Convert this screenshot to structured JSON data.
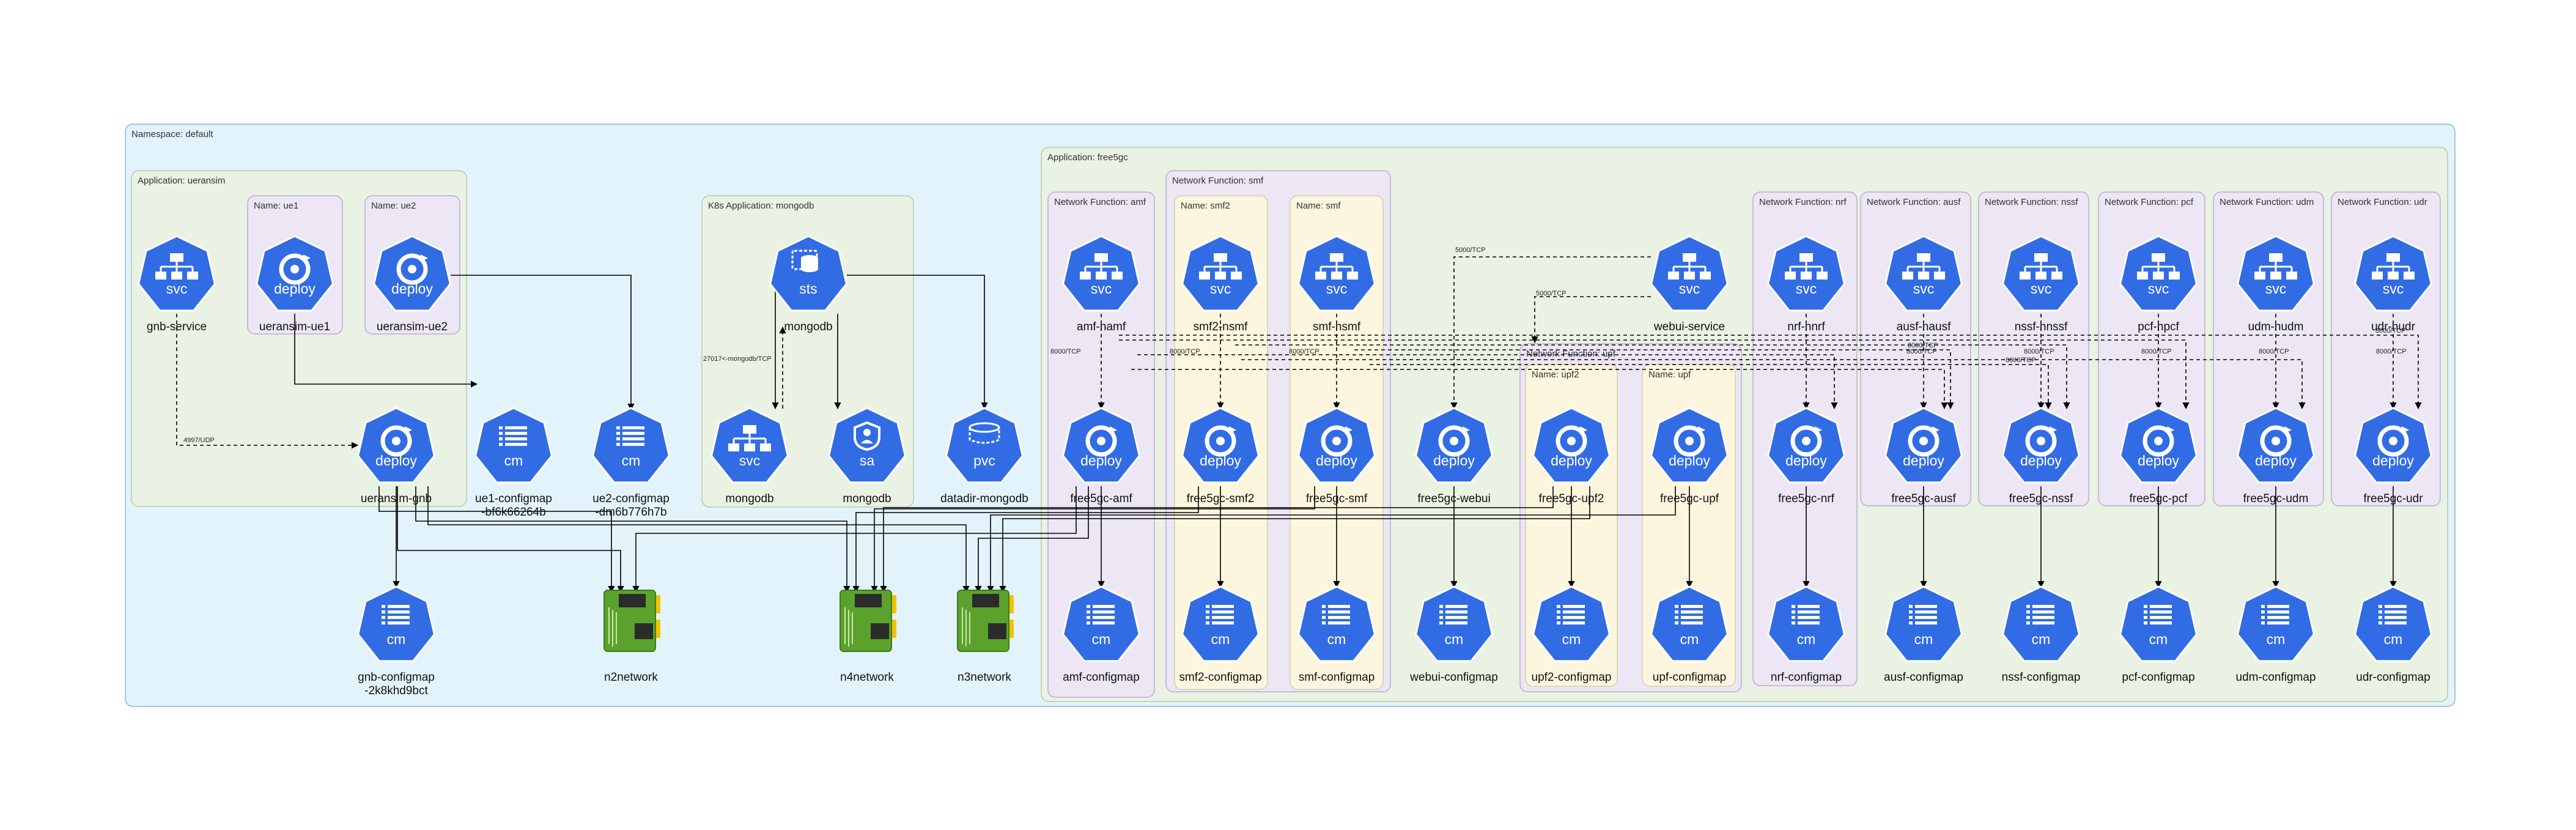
{
  "colors": {
    "namespace_fill": "#e3f3fb",
    "namespace_stroke": "#86b8d4",
    "app_fill": "#e9f2e3",
    "app_stroke": "#b9c9ad",
    "nf_fill": "#ece6f5",
    "nf_stroke": "#b9aed1",
    "name_fill": "#fdf6de",
    "name_stroke": "#d7cfa8",
    "k8s_blue": "#326ce5",
    "edge": "#000000"
  },
  "groups": [
    {
      "id": "ns",
      "label": "Namespace: default",
      "kind": "namespace"
    },
    {
      "id": "app-ueransim",
      "label": "Application: ueransim",
      "kind": "app"
    },
    {
      "id": "name-ue1",
      "label": "Name: ue1",
      "kind": "nf"
    },
    {
      "id": "name-ue2",
      "label": "Name: ue2",
      "kind": "nf"
    },
    {
      "id": "app-mongodb",
      "label": "K8s Application: mongodb",
      "kind": "app"
    },
    {
      "id": "app-free5gc",
      "label": "Application: free5gc",
      "kind": "app"
    },
    {
      "id": "nf-amf",
      "label": "Network Function: amf",
      "kind": "nf"
    },
    {
      "id": "nf-smf",
      "label": "Network Function: smf",
      "kind": "nf"
    },
    {
      "id": "name-smf2",
      "label": "Name: smf2",
      "kind": "name"
    },
    {
      "id": "name-smf",
      "label": "Name: smf",
      "kind": "name"
    },
    {
      "id": "nf-upf",
      "label": "Network Function: upf",
      "kind": "nf"
    },
    {
      "id": "name-upf2",
      "label": "Name: upf2",
      "kind": "name"
    },
    {
      "id": "name-upf",
      "label": "Name: upf",
      "kind": "name"
    },
    {
      "id": "nf-nrf",
      "label": "Network Function: nrf",
      "kind": "nf"
    },
    {
      "id": "nf-ausf",
      "label": "Network Function: ausf",
      "kind": "nf"
    },
    {
      "id": "nf-nssf",
      "label": "Network Function: nssf",
      "kind": "nf"
    },
    {
      "id": "nf-pcf",
      "label": "Network Function: pcf",
      "kind": "nf"
    },
    {
      "id": "nf-udm",
      "label": "Network Function: udm",
      "kind": "nf"
    },
    {
      "id": "nf-udr",
      "label": "Network Function: udr",
      "kind": "nf"
    }
  ],
  "nodes": [
    {
      "id": "gnb-service",
      "type": "svc",
      "label": "gnb-service"
    },
    {
      "id": "ueransim-ue1",
      "type": "deploy",
      "label": "ueransim-ue1"
    },
    {
      "id": "ueransim-ue2",
      "type": "deploy",
      "label": "ueransim-ue2"
    },
    {
      "id": "ueransim-gnb",
      "type": "deploy",
      "label": "ueransim-gnb"
    },
    {
      "id": "ue1-configmap",
      "type": "cm",
      "label": "ue1-configmap\n-bf6k66264b"
    },
    {
      "id": "ue2-configmap",
      "type": "cm",
      "label": "ue2-configmap\n-dm6b776h7b"
    },
    {
      "id": "gnb-configmap",
      "type": "cm",
      "label": "gnb-configmap\n-2k8khd9bct"
    },
    {
      "id": "mongodb-sts",
      "type": "sts",
      "label": "mongodb"
    },
    {
      "id": "mongodb-svc",
      "type": "svc",
      "label": "mongodb"
    },
    {
      "id": "mongodb-sa",
      "type": "sa",
      "label": "mongodb"
    },
    {
      "id": "datadir-mongodb",
      "type": "pvc",
      "label": "datadir-mongodb"
    },
    {
      "id": "n2network",
      "type": "net",
      "label": "n2network"
    },
    {
      "id": "n4network",
      "type": "net",
      "label": "n4network"
    },
    {
      "id": "n3network",
      "type": "net",
      "label": "n3network"
    },
    {
      "id": "amf-namf",
      "type": "svc",
      "label": "amf-namf"
    },
    {
      "id": "free5gc-amf",
      "type": "deploy",
      "label": "free5gc-amf"
    },
    {
      "id": "amf-configmap",
      "type": "cm",
      "label": "amf-configmap"
    },
    {
      "id": "smf2-nsmf",
      "type": "svc",
      "label": "smf2-nsmf"
    },
    {
      "id": "free5gc-smf2",
      "type": "deploy",
      "label": "free5gc-smf2"
    },
    {
      "id": "smf2-configmap",
      "type": "cm",
      "label": "smf2-configmap"
    },
    {
      "id": "smf-nsmf",
      "type": "svc",
      "label": "smf-nsmf"
    },
    {
      "id": "free5gc-smf",
      "type": "deploy",
      "label": "free5gc-smf"
    },
    {
      "id": "smf-configmap",
      "type": "cm",
      "label": "smf-configmap"
    },
    {
      "id": "webui-service",
      "type": "svc",
      "label": "webui-service"
    },
    {
      "id": "free5gc-webui",
      "type": "deploy",
      "label": "free5gc-webui"
    },
    {
      "id": "webui-configmap",
      "type": "cm",
      "label": "webui-configmap"
    },
    {
      "id": "free5gc-upf2",
      "type": "deploy",
      "label": "free5gc-upf2"
    },
    {
      "id": "upf2-configmap",
      "type": "cm",
      "label": "upf2-configmap"
    },
    {
      "id": "free5gc-upf",
      "type": "deploy",
      "label": "free5gc-upf"
    },
    {
      "id": "upf-configmap",
      "type": "cm",
      "label": "upf-configmap"
    },
    {
      "id": "nrf-nnrf",
      "type": "svc",
      "label": "nrf-nnrf"
    },
    {
      "id": "free5gc-nrf",
      "type": "deploy",
      "label": "free5gc-nrf"
    },
    {
      "id": "nrf-configmap",
      "type": "cm",
      "label": "nrf-configmap"
    },
    {
      "id": "ausf-nausf",
      "type": "svc",
      "label": "ausf-nausf"
    },
    {
      "id": "free5gc-ausf",
      "type": "deploy",
      "label": "free5gc-ausf"
    },
    {
      "id": "ausf-configmap",
      "type": "cm",
      "label": "ausf-configmap"
    },
    {
      "id": "nssf-nnssf",
      "type": "svc",
      "label": "nssf-nnssf"
    },
    {
      "id": "free5gc-nssf",
      "type": "deploy",
      "label": "free5gc-nssf"
    },
    {
      "id": "nssf-configmap",
      "type": "cm",
      "label": "nssf-configmap"
    },
    {
      "id": "pcf-npcf",
      "type": "svc",
      "label": "pcf-npcf"
    },
    {
      "id": "free5gc-pcf",
      "type": "deploy",
      "label": "free5gc-pcf"
    },
    {
      "id": "pcf-configmap",
      "type": "cm",
      "label": "pcf-configmap"
    },
    {
      "id": "udm-nudm",
      "type": "svc",
      "label": "udm-nudm"
    },
    {
      "id": "free5gc-udm",
      "type": "deploy",
      "label": "free5gc-udm"
    },
    {
      "id": "udm-configmap",
      "type": "cm",
      "label": "udm-configmap"
    },
    {
      "id": "udr-nudr",
      "type": "svc",
      "label": "udr-nudr"
    },
    {
      "id": "free5gc-udr",
      "type": "deploy",
      "label": "free5gc-udr"
    },
    {
      "id": "udr-configmap",
      "type": "cm",
      "label": "udr-configmap"
    }
  ],
  "edge_labels": {
    "gnb": "4997/UDP",
    "mongo": "27017<-mongodb/TCP",
    "tcp8000": "8000/TCP",
    "tcp5000": "5000/TCP"
  }
}
